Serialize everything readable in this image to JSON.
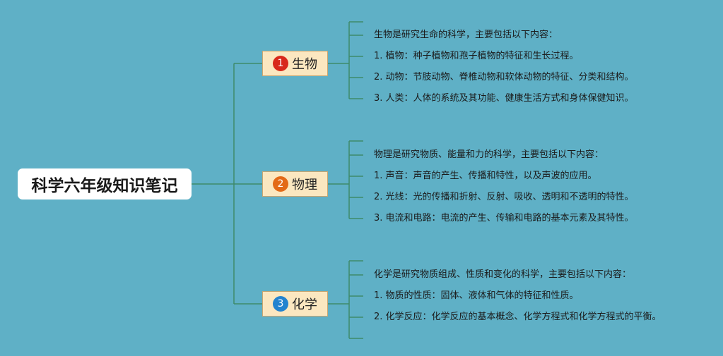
{
  "root": {
    "title": "科学六年级知识笔记"
  },
  "branches": [
    {
      "num": "1",
      "badge_color": "#d8281b",
      "label": "生物",
      "items": [
        "生物是研究生命的科学，主要包括以下内容：",
        "1. 植物：种子植物和孢子植物的特征和生长过程。",
        "2. 动物：节肢动物、脊椎动物和软体动物的特征、分类和结构。",
        "3. 人类：人体的系统及其功能、健康生活方式和身体保健知识。"
      ]
    },
    {
      "num": "2",
      "badge_color": "#e36a17",
      "label": "物理",
      "items": [
        "物理是研究物质、能量和力的科学，主要包括以下内容：",
        "1. 声音：声音的产生、传播和特性，以及声波的应用。",
        "2. 光线：光的传播和折射、反射、吸收、透明和不透明的特性。",
        "3. 电流和电路：电流的产生、传输和电路的基本元素及其特性。"
      ]
    },
    {
      "num": "3",
      "badge_color": "#2383cf",
      "label": "化学",
      "items": [
        "化学是研究物质组成、性质和变化的科学，主要包括以下内容：",
        "1. 物质的性质：固体、液体和气体的特征和性质。",
        "2. 化学反应：化学反应的基本概念、化学方程式和化学方程式的平衡。"
      ]
    }
  ],
  "colors": {
    "background": "#5fb0c6",
    "connector": "#3f8a6a",
    "branch_fill": "#fbe7c0"
  }
}
